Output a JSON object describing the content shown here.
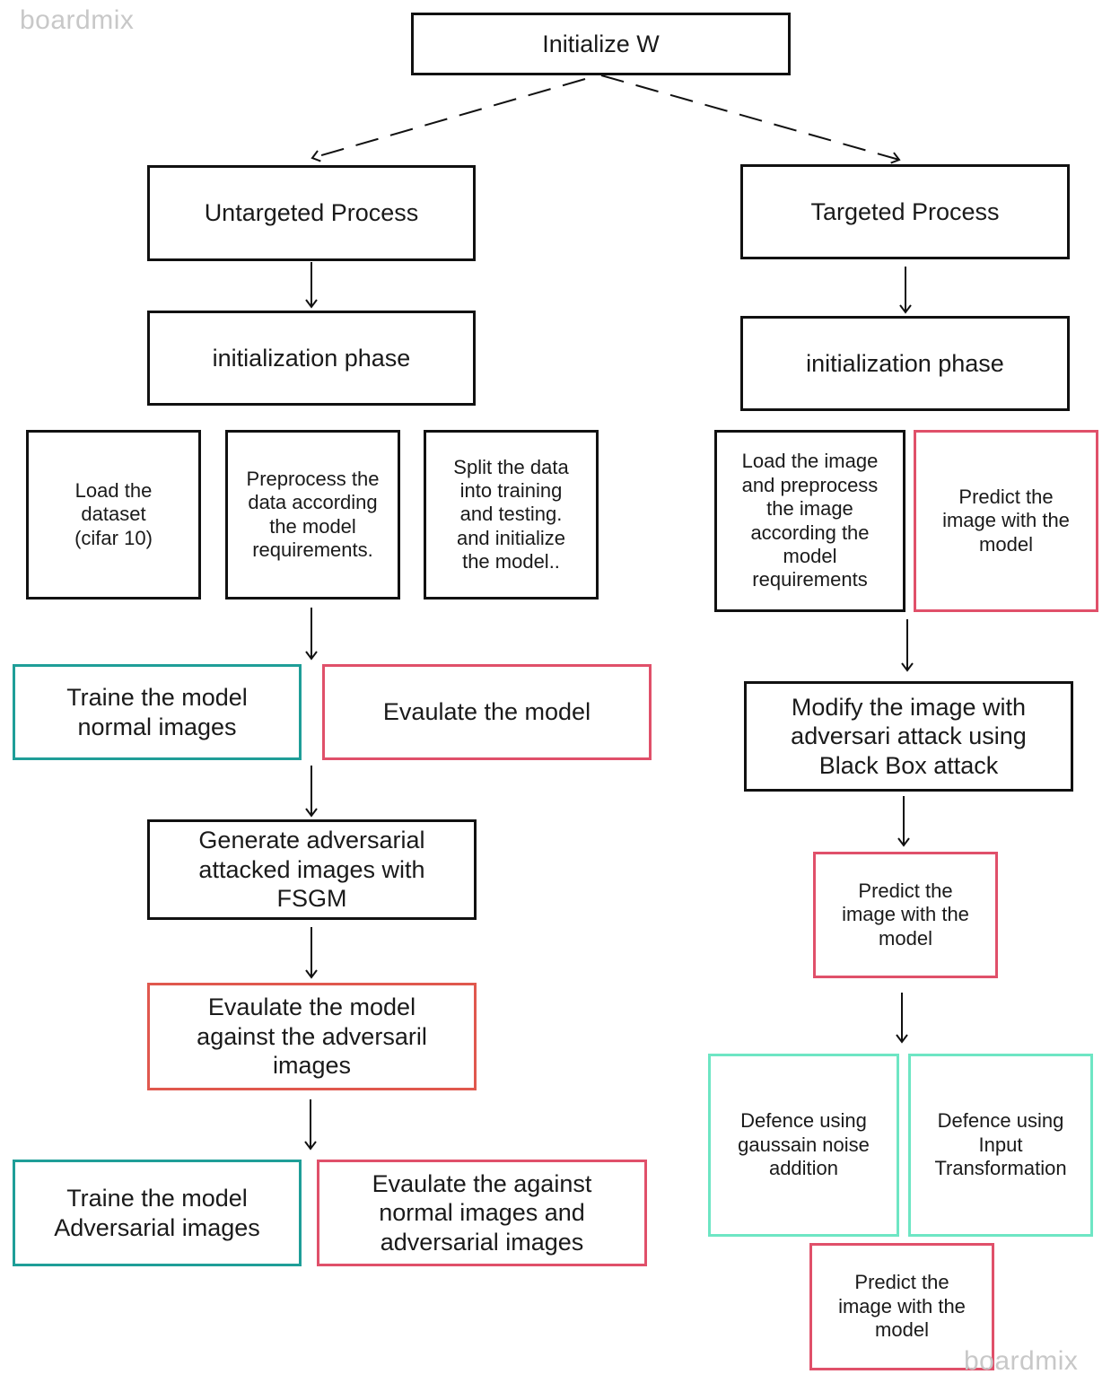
{
  "watermark": {
    "top_left": "boardmix",
    "bottom_right": "boardmix"
  },
  "colors": {
    "black": "#111111",
    "pink": "#e0506a",
    "red": "#e0584e",
    "teal": "#1f9e98",
    "mint": "#6ee6c4"
  },
  "nodes": {
    "init_w": "Initialize W",
    "untargeted": "Untargeted Process",
    "targeted": "Targeted Process",
    "u_init_phase": "initialization phase",
    "t_init_phase": "initialization phase",
    "load_dataset": "Load the\ndataset\n(cifar 10)",
    "preprocess": "Preprocess the\ndata according\nthe model\nrequirements.",
    "split": "Split the data\ninto training\nand testing.\nand initialize\nthe model..",
    "t_load_image": "Load the image\nand preprocess\nthe image\naccording the\nmodel\nrequirements",
    "t_predict_1": "Predict the\nimage with the\nmodel",
    "train_normal": "Traine the model\nnormal images",
    "evaluate": "Evaulate the model",
    "modify_image": "Modify the image with\nadversari attack using\nBlack Box attack",
    "generate_adv": "Generate adversarial\nattacked images with\nFSGM",
    "t_predict_2": "Predict the\nimage with the\nmodel",
    "evaluate_adv": "Evaulate the model\nagainst the adversaril\nimages",
    "defence_gauss": "Defence using\ngaussain noise\naddition",
    "defence_input": "Defence using\nInput\nTransformation",
    "train_adv": "Traine the model\nAdversarial images",
    "evaluate_both": "Evaulate the against\nnormal images and\nadversarial images",
    "t_predict_3": "Predict the\nimage with the\nmodel"
  }
}
